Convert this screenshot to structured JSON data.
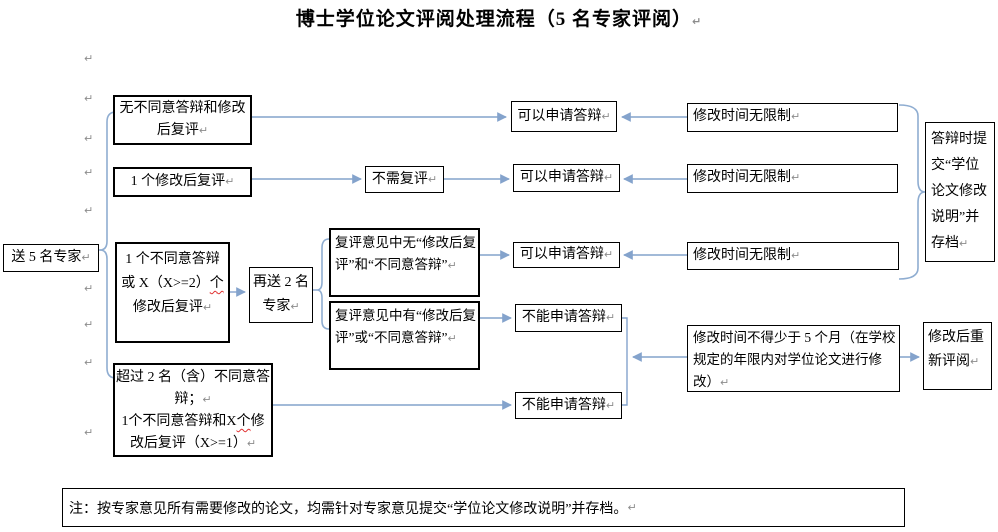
{
  "title": "博士学位论文评阅处理流程（5 名专家评阅）",
  "return_mark": "↵",
  "colors": {
    "connector": "#84a3cc",
    "brace": "#8fadd1",
    "box_border": "#000000",
    "squiggle": "#e03030",
    "paragraph_mark": "#8c8c8c"
  },
  "nodes": {
    "send": {
      "line1": "送 5 名专家"
    },
    "b1": {
      "line1": "无不同意答辩和修改",
      "line2": "后复评"
    },
    "b2": {
      "line1": "1 个修改后复评"
    },
    "b3": {
      "line1": "1 个不同意答辩",
      "line2_pre": "或 X（X>=2）",
      "line2_sq": "个",
      "line3": "修改后复评"
    },
    "b4": {
      "line1": "超过 2 名（含）不同意答",
      "line2": "辩；",
      "line3_pre": "1个不同意答辩和X",
      "line3_sq": "个",
      "line3_post": "修",
      "line4": "改后复评（X>=1）"
    },
    "resend": {
      "line1": "再送 2 名",
      "line2": "专家"
    },
    "no_review": {
      "text": "不需复评"
    },
    "d1": {
      "text": "复评意见中无“修改后复评”和“不同意答辩”"
    },
    "d2": {
      "text": "复评意见中有“修改后复评”或“不同意答辩”"
    },
    "e1": {
      "text": "可以申请答辩"
    },
    "e2": {
      "text": "可以申请答辩"
    },
    "e3": {
      "text": "可以申请答辩"
    },
    "f1": {
      "text": "不能申请答辩"
    },
    "f2": {
      "text": "不能申请答辩"
    },
    "g1": {
      "text": "修改时间无限制"
    },
    "g2": {
      "text": "修改时间无限制"
    },
    "g3": {
      "text": "修改时间无限制"
    },
    "h": {
      "text": "修改时间不得少于 5 个月（在学校规定的年限内对学位论文进行修改）"
    },
    "i": {
      "text": "修改后重新评阅"
    },
    "j": {
      "text": "答辩时提交“学位论文修改说明”并存档"
    }
  },
  "note": {
    "text": "注：按专家意见所有需要修改的论文，均需针对专家意见提交“学位论文修改说明”并存档。"
  }
}
